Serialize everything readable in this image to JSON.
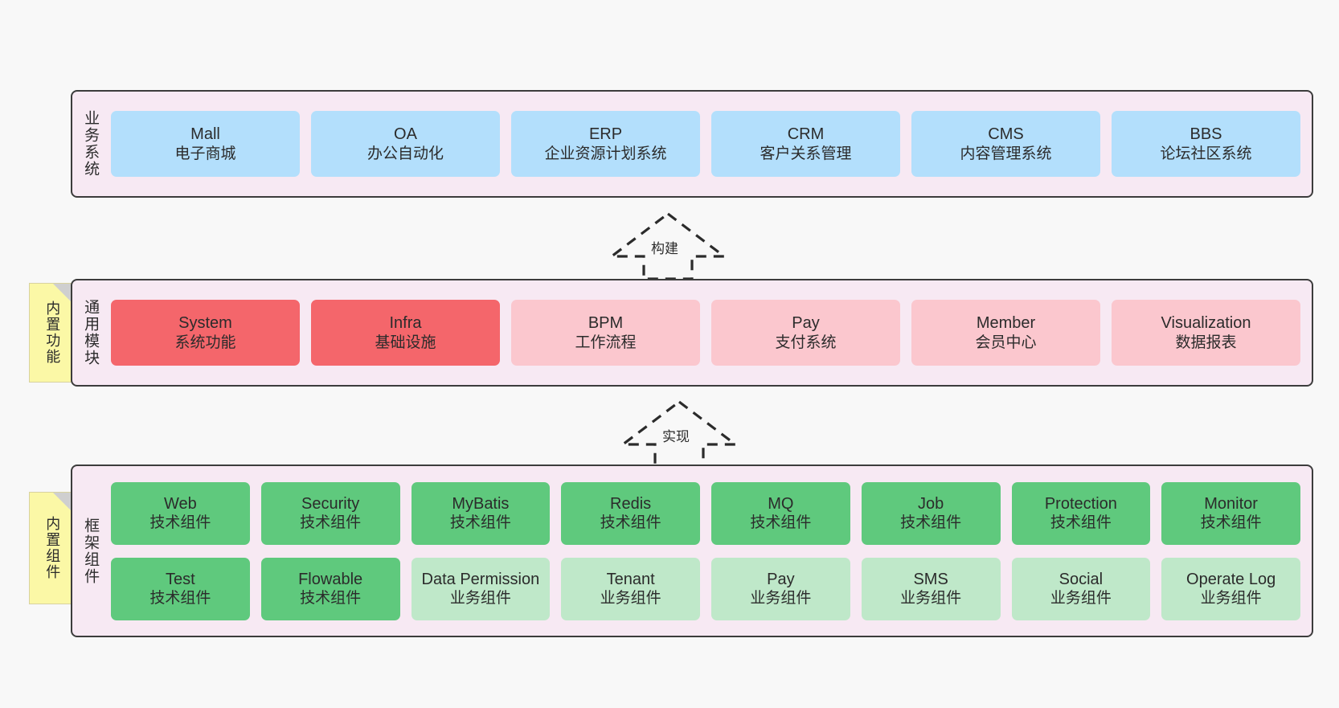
{
  "diagram": {
    "background_color": "#f8f8f8",
    "panel_color": "#f7e9f3",
    "panel_border_color": "#3c3c3c",
    "note_color": "#fbf8a6"
  },
  "layers": [
    {
      "id": "business",
      "title": "业务系统",
      "note": null,
      "box_color": "#b3dffc",
      "rows": [
        {
          "nodes": [
            {
              "en": "Mall",
              "cn": "电子商城",
              "color": "#b3dffc"
            },
            {
              "en": "OA",
              "cn": "办公自动化",
              "color": "#b3dffc"
            },
            {
              "en": "ERP",
              "cn": "企业资源计划系统",
              "color": "#b3dffc"
            },
            {
              "en": "CRM",
              "cn": "客户关系管理",
              "color": "#b3dffc"
            },
            {
              "en": "CMS",
              "cn": "内容管理系统",
              "color": "#b3dffc"
            },
            {
              "en": "BBS",
              "cn": "论坛社区系统",
              "color": "#b3dffc"
            }
          ]
        }
      ]
    },
    {
      "id": "modules",
      "title": "通用模块",
      "note": "内置功能",
      "rows": [
        {
          "nodes": [
            {
              "en": "System",
              "cn": "系统功能",
              "color": "#f4666b"
            },
            {
              "en": "Infra",
              "cn": "基础设施",
              "color": "#f4666b"
            },
            {
              "en": "BPM",
              "cn": "工作流程",
              "color": "#fbc7ce"
            },
            {
              "en": "Pay",
              "cn": "支付系统",
              "color": "#fbc7ce"
            },
            {
              "en": "Member",
              "cn": "会员中心",
              "color": "#fbc7ce"
            },
            {
              "en": "Visualization",
              "cn": "数据报表",
              "color": "#fbc7ce"
            }
          ]
        }
      ]
    },
    {
      "id": "framework",
      "title": "框架组件",
      "note": "内置组件",
      "rows": [
        {
          "nodes": [
            {
              "en": "Web",
              "cn": "技术组件",
              "color": "#5fc97d"
            },
            {
              "en": "Security",
              "cn": "技术组件",
              "color": "#5fc97d"
            },
            {
              "en": "MyBatis",
              "cn": "技术组件",
              "color": "#5fc97d"
            },
            {
              "en": "Redis",
              "cn": "技术组件",
              "color": "#5fc97d"
            },
            {
              "en": "MQ",
              "cn": "技术组件",
              "color": "#5fc97d"
            },
            {
              "en": "Job",
              "cn": "技术组件",
              "color": "#5fc97d"
            },
            {
              "en": "Protection",
              "cn": "技术组件",
              "color": "#5fc97d"
            },
            {
              "en": "Monitor",
              "cn": "技术组件",
              "color": "#5fc97d"
            }
          ]
        },
        {
          "nodes": [
            {
              "en": "Test",
              "cn": "技术组件",
              "color": "#5fc97d"
            },
            {
              "en": "Flowable",
              "cn": "技术组件",
              "color": "#5fc97d"
            },
            {
              "en": "Data Permission",
              "cn": "业务组件",
              "color": "#bfe8c9"
            },
            {
              "en": "Tenant",
              "cn": "业务组件",
              "color": "#bfe8c9"
            },
            {
              "en": "Pay",
              "cn": "业务组件",
              "color": "#bfe8c9"
            },
            {
              "en": "SMS",
              "cn": "业务组件",
              "color": "#bfe8c9"
            },
            {
              "en": "Social",
              "cn": "业务组件",
              "color": "#bfe8c9"
            },
            {
              "en": "Operate Log",
              "cn": "业务组件",
              "color": "#bfe8c9"
            }
          ]
        }
      ]
    }
  ],
  "connectors": [
    {
      "id": "build",
      "label": "构建",
      "style": "dashed-hollow-arrow-up"
    },
    {
      "id": "implement",
      "label": "实现",
      "style": "dashed-hollow-arrow-up"
    }
  ]
}
